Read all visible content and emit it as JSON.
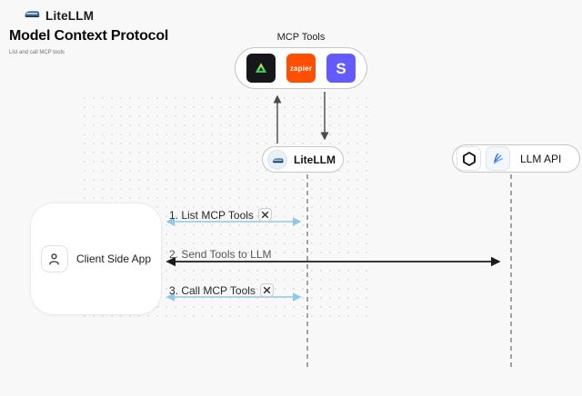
{
  "brand": {
    "name": "LiteLLM"
  },
  "page": {
    "title": "Model Context Protocol",
    "subtitle": "List and call MCP tools"
  },
  "mcp_box": {
    "label": "MCP Tools",
    "tools": [
      {
        "name": "green-triangle-tool"
      },
      {
        "name": "zapier",
        "label": "zapier"
      },
      {
        "name": "stripe",
        "label": "S"
      }
    ]
  },
  "nodes": {
    "litellm": {
      "label": "LiteLLM"
    },
    "llm_api": {
      "label": "LLM API"
    },
    "client": {
      "label": "Client Side App"
    }
  },
  "messages": [
    {
      "label": "1. List MCP Tools",
      "tool_icon": true,
      "arrow_color": "#8ec9e8"
    },
    {
      "label": "2. Send Tools to LLM",
      "tool_icon": false,
      "arrow_color": "#1c1c1c"
    },
    {
      "label": "3. Call MCP Tools",
      "tool_icon": true,
      "arrow_color": "#8ec9e8"
    }
  ],
  "colors": {
    "background": "#f8f8f8",
    "arrow_blue": "#8ec9e8",
    "arrow_dark": "#1c1c1c",
    "lifeline_gray": "#a3a3a3",
    "zapier_orange": "#ff4f00",
    "stripe_purple": "#635bff",
    "triangle_green": "#22c55e"
  }
}
